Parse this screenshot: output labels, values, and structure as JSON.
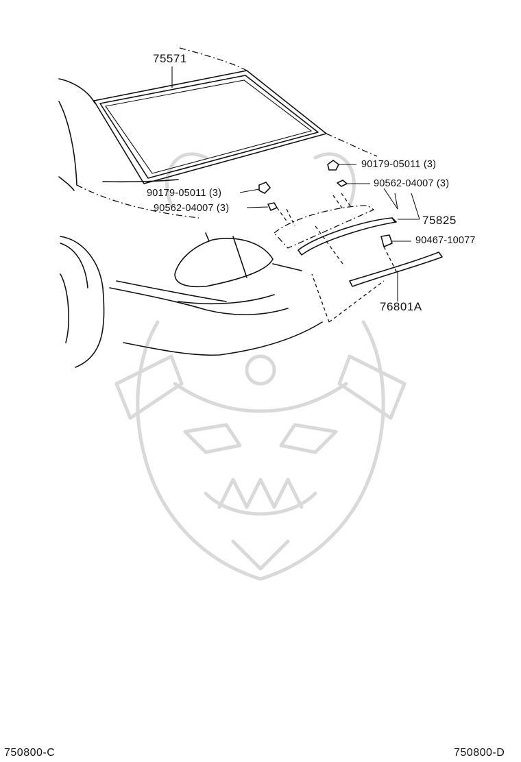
{
  "labels": {
    "rear_window_glass": "75571",
    "clip_left": "90179-05011 (3)",
    "nut_left": "90562-04007 (3)",
    "clip_right": "90179-05011 (3)",
    "nut_right": "90562-04007 (3)",
    "garnish": "75825",
    "screw": "90467-10077",
    "stop_lamp": "76801A"
  },
  "footer": {
    "left_code": "750800-C",
    "right_code": "750800-D"
  }
}
